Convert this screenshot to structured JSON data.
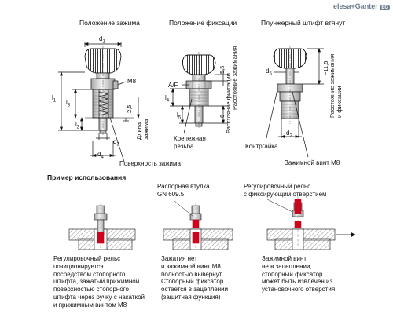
{
  "brand": {
    "logo_text": "elesa+Ganter",
    "logo_badge": "EG"
  },
  "top_views": {
    "clamp_position_label": "Положение зажима",
    "locking_position_label": "Положение фиксации",
    "plunger_retracted_label": "Плунжерный штифт втянут"
  },
  "dimensions": {
    "d1": "d",
    "d1_sub": "1",
    "d2": "d",
    "d2_sub": "2",
    "d3": "d",
    "d3_sub": "3",
    "d4": "d",
    "d4_sub": "4",
    "d5": "d",
    "d5_sub": "5",
    "l1": "l",
    "l1_sub": "1",
    "l2": "l",
    "l2_sub": "2",
    "l3": "l",
    "l3_sub": "3",
    "l4": "l",
    "l4_sub": "4",
    "l5": "l",
    "l5_sub": "5",
    "m8": "M8",
    "af": "A/F",
    "v25": "2,5",
    "v55": "5,5",
    "v6": "6",
    "v115": "~11,5"
  },
  "labels": {
    "clamp_length": "Длина\nзажима",
    "clamp_surface": "Поверхность зажима",
    "mounting_thread": "Крепежная\nрезьба",
    "lock_distance": "Расстояние фиксации",
    "clamp_distance_1": "Расстояние зажимания",
    "clamp_distance_2": "Расстояние зажимания\nи фиксации",
    "locknut": "Контргайка",
    "clamp_screw": "Зажимной винт M8"
  },
  "example": {
    "title": "Пример использования",
    "spacer_label": "Распорная втулка\nGN 609.5",
    "rail_label": "Регулировочный рельс\nс фиксирующим отверстием",
    "desc1": "Регулировочный рельс\nпозиционируется\nпосредством стопорного\nштифта, зажатый прижимной\nповерхностью стопорного\nштифта через ручку с накаткой\nи прижимным винтом M8",
    "desc2": "Зажатия нет\nи зажимной винт M8\nполностью вывернут.\nСтопорный фиксатор\nостается в зацеплении\n(защитная функция)",
    "desc3": "Зажимной винт\nне в зацеплении,\nстопорный фиксатор\nможет быть извлечен из\nустановочного отверстия"
  },
  "colors": {
    "accent": "#d0021b",
    "steel": "#c9c9c9",
    "dark": "#333333",
    "hatch": "#8a8a8a"
  }
}
